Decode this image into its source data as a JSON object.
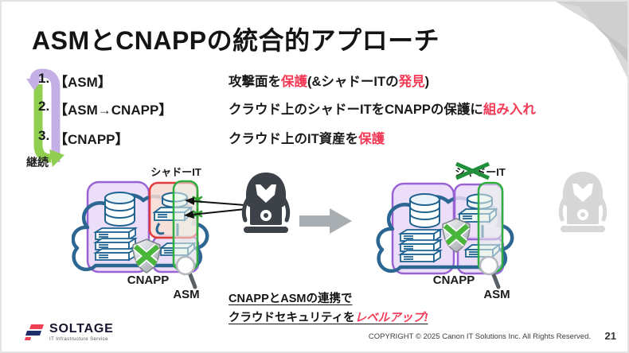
{
  "slide": {
    "title": "ASMとCNAPPの統合的アプローチ",
    "loop_label": "継続",
    "steps": [
      {
        "num": "1.",
        "term": "【ASM】",
        "desc": [
          {
            "t": "攻撃面を"
          },
          {
            "t": "保護",
            "red": true
          },
          {
            "t": "(&シャドーITの"
          },
          {
            "t": "発見",
            "red": true
          },
          {
            "t": ")"
          }
        ]
      },
      {
        "num": "2.",
        "term": "【ASM→CNAPP】",
        "desc": [
          {
            "t": "クラウド上のシャドーITをCNAPPの保護に"
          },
          {
            "t": "組み入れ",
            "red": true
          }
        ]
      },
      {
        "num": "3.",
        "term": "【CNAPP】",
        "desc": [
          {
            "t": "クラウド上のIT資産を"
          },
          {
            "t": "保護",
            "red": true
          }
        ]
      }
    ],
    "diagrams": {
      "left": {
        "shadow_it_label": "シャドーIT",
        "cnapp_label": "CNAPP",
        "asm_label": "ASM"
      },
      "right": {
        "shadow_it_label": "シャドーIT",
        "cnapp_label": "CNAPP",
        "asm_label": "ASM"
      }
    },
    "callout": {
      "line1": [
        {
          "t": "CNAPPとASMの連携で"
        }
      ],
      "line2": [
        {
          "t": "クラウドセキュリティを"
        },
        {
          "t": "レベルアップ!",
          "red": true,
          "italic": true
        }
      ]
    },
    "footer": {
      "logo_text": "SOLTAGE",
      "logo_tagline": "IT Infrastructure Service",
      "copyright": "COPYRIGHT © 2025 Canon IT Solutions Inc. All Rights Reserved.",
      "page_number": "21"
    }
  },
  "colors": {
    "highlight_red_text": "#f23a56",
    "cnapp_purple_stroke": "#9a63d3",
    "cnapp_purple_fill": "#ead9f7",
    "shadow_red_stroke": "#e23b3b",
    "shadow_red_fill": "#f6d9d4",
    "asm_green_stroke": "#2dae3e",
    "cloud_blue": "#2c6693",
    "loop_purple": "#c4b0e4",
    "loop_green": "#8fce4e",
    "hacker_dark": "#3c4248",
    "hacker_faded": "#d7d7d7",
    "transition_arrow_gray": "#a9aeb2"
  }
}
